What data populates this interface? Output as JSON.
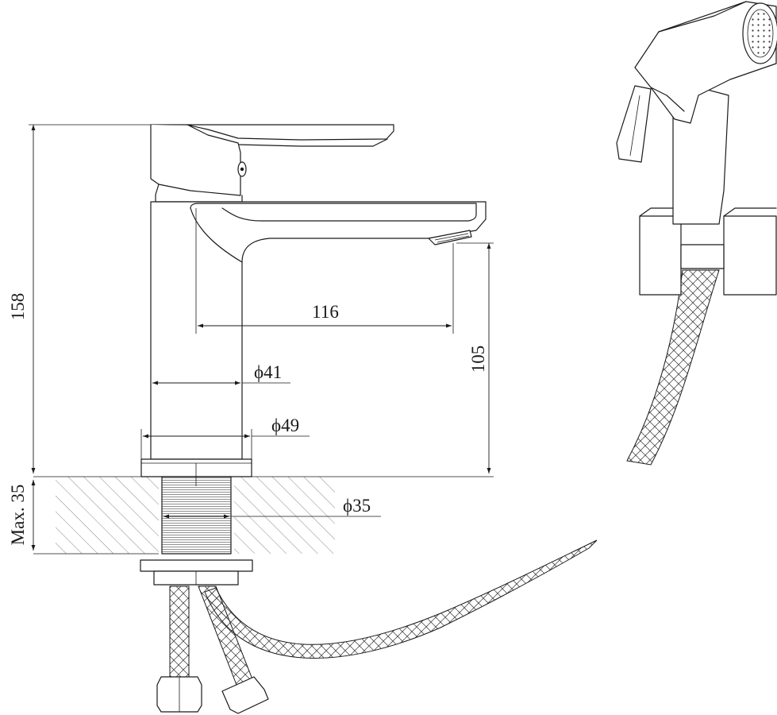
{
  "dimensions": {
    "height_total": "158",
    "spout_reach": "116",
    "spout_height": "105",
    "body_diameter": "ϕ41",
    "base_diameter": "ϕ49",
    "thread_diameter": "ϕ35",
    "max_counter_thickness": "Max. 35"
  }
}
